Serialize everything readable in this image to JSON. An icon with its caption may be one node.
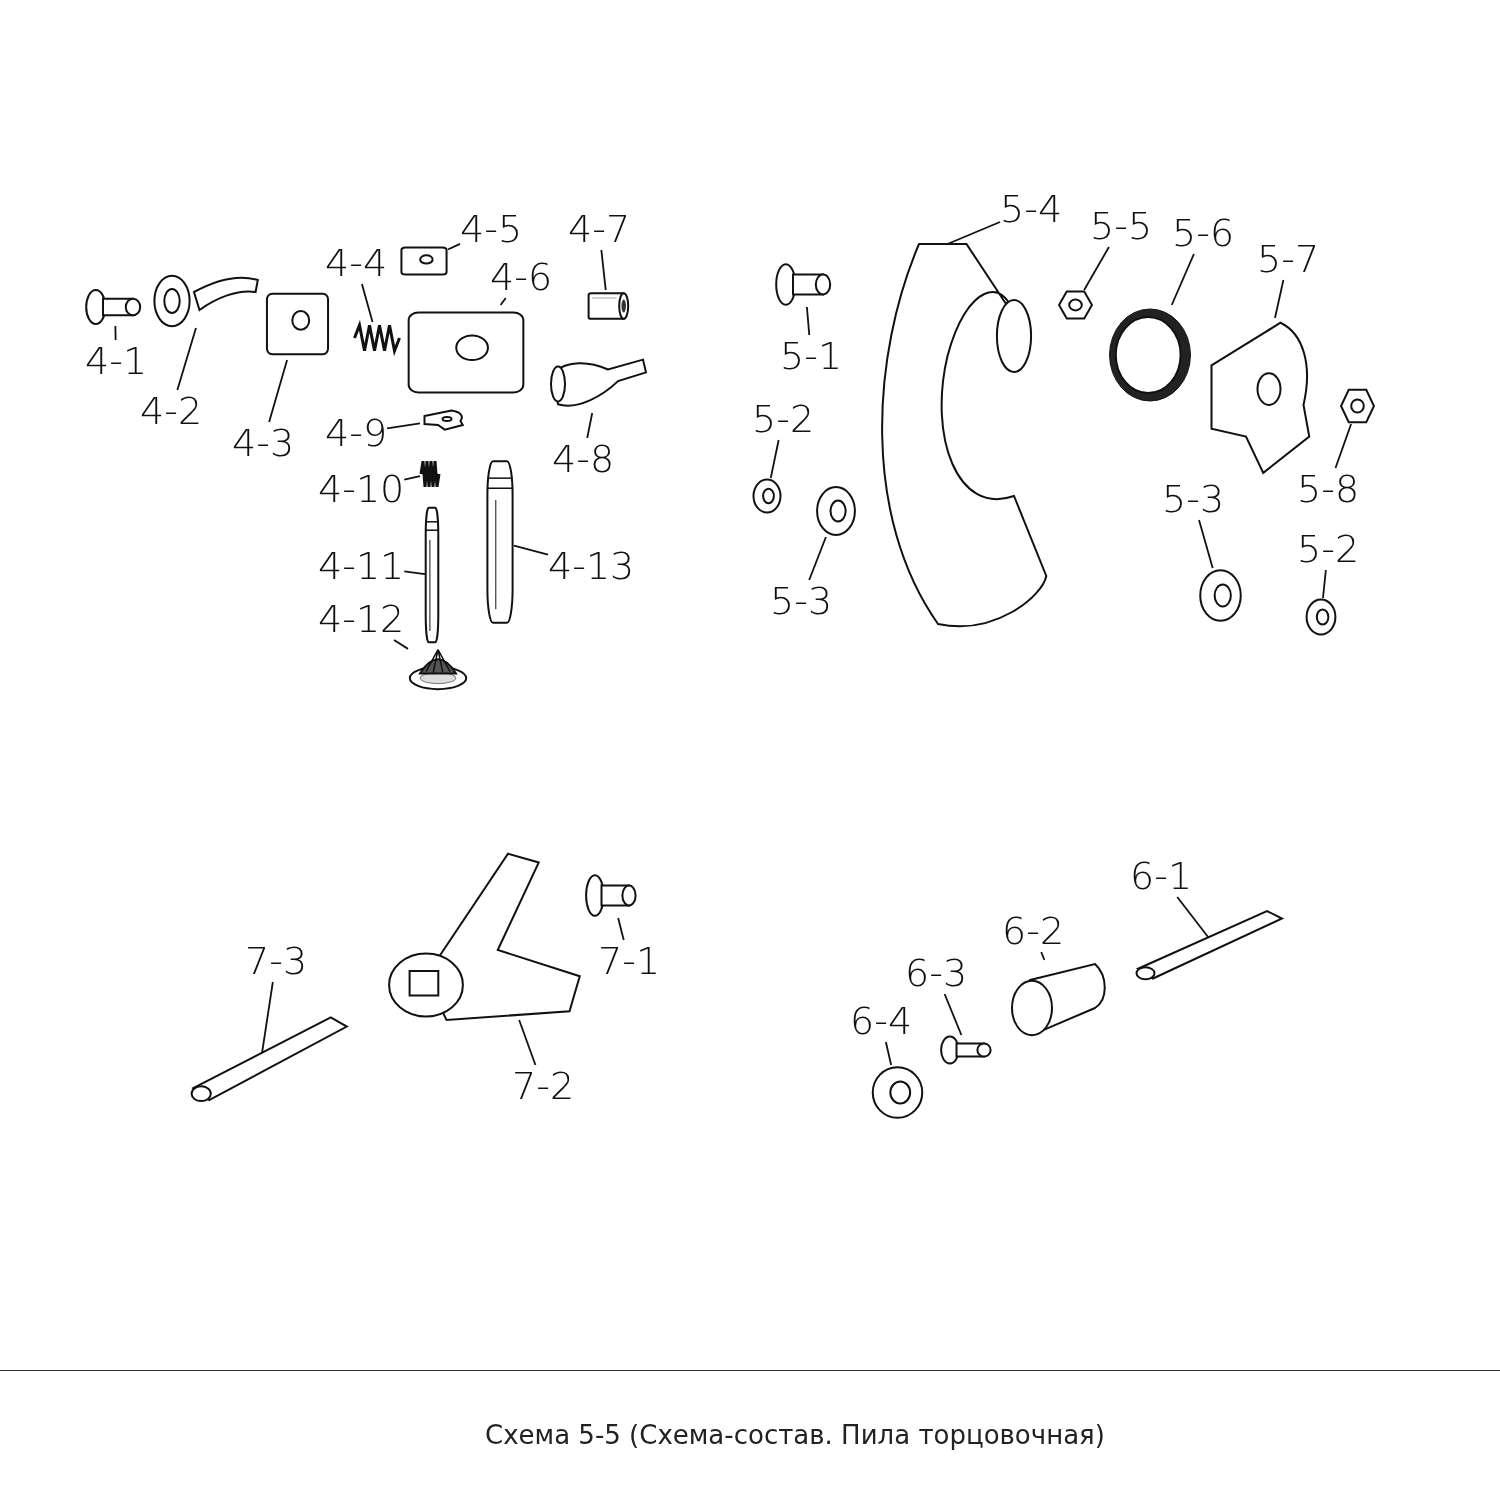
{
  "diagram": {
    "caption": "Схема 5-5 (Схема-состав. Пила торцовочная)",
    "nodes": [
      {
        "text": [
          "4-1"
        ]
      },
      {
        "text": [],
        "shape": "picture"
      },
      {
        "text": [
          "4-2"
        ]
      },
      {
        "text": [],
        "shape": "picture"
      },
      {
        "text": [
          "4-3"
        ]
      },
      {
        "text": [],
        "shape": "picture"
      },
      {
        "text": [
          "4-4"
        ]
      },
      {
        "text": [],
        "shape": "picture"
      },
      {
        "text": [
          "4-5"
        ]
      },
      {
        "text": [],
        "shape": "picture"
      },
      {
        "text": [
          "4-6"
        ]
      },
      {
        "text": [],
        "shape": "picture"
      },
      {
        "text": [
          "4-7"
        ]
      },
      {
        "text": [],
        "shape": "picture"
      },
      {
        "text": [
          "4-8"
        ]
      },
      {
        "text": [],
        "shape": "picture"
      },
      {
        "text": [
          "4-9"
        ]
      },
      {
        "text": [],
        "shape": "picture"
      },
      {
        "text": [
          "4-10"
        ]
      },
      {
        "text": [],
        "shape": "picture"
      },
      {
        "text": [
          "4-11"
        ]
      },
      {
        "text": [],
        "shape": "picture"
      },
      {
        "text": [
          "4-12"
        ]
      },
      {
        "text": [],
        "shape": "picture"
      },
      {
        "text": [
          "4-13"
        ]
      },
      {
        "text": [],
        "shape": "picture"
      },
      {
        "text": [
          "5-1"
        ]
      },
      {
        "text": [],
        "shape": "picture"
      },
      {
        "text": [
          "5-2"
        ]
      },
      {
        "text": [],
        "shape": "picture"
      },
      {
        "text": [
          "5-3"
        ]
      },
      {
        "text": [],
        "shape": "picture"
      },
      {
        "text": [
          "5-4"
        ]
      },
      {
        "text": [],
        "shape": "picture"
      },
      {
        "text": [
          "5-5"
        ]
      },
      {
        "text": [],
        "shape": "picture"
      },
      {
        "text": [
          "5-6"
        ]
      },
      {
        "text": [],
        "shape": "picture"
      },
      {
        "text": [
          "5-7"
        ]
      },
      {
        "text": [],
        "shape": "picture"
      },
      {
        "text": [
          "5-8"
        ]
      },
      {
        "text": [],
        "shape": "picture"
      },
      {
        "text": [
          "5-3"
        ]
      },
      {
        "text": [],
        "shape": "picture"
      },
      {
        "text": [
          "5-2"
        ]
      },
      {
        "text": [],
        "shape": "picture"
      },
      {
        "text": [
          "7-3"
        ]
      },
      {
        "text": [],
        "shape": "picture"
      },
      {
        "text": [
          "7-2"
        ]
      },
      {
        "text": [],
        "shape": "picture"
      },
      {
        "text": [
          "7-1"
        ]
      },
      {
        "text": [],
        "shape": "picture"
      },
      {
        "text": [
          "6-1"
        ]
      },
      {
        "text": [],
        "shape": "picture"
      },
      {
        "text": [
          "6-2"
        ]
      },
      {
        "text": [],
        "shape": "picture"
      },
      {
        "text": [
          "6-3"
        ]
      },
      {
        "text": [],
        "shape": "picture"
      },
      {
        "text": [
          "6-4"
        ]
      },
      {
        "text": [],
        "shape": "picture"
      }
    ],
    "edges": [
      {
        "from": 0,
        "to": 1,
        "arrow": "none"
      },
      {
        "from": 2,
        "to": 3,
        "arrow": "none"
      },
      {
        "from": 4,
        "to": 5,
        "arrow": "none"
      },
      {
        "from": 6,
        "to": 7,
        "arrow": "none"
      },
      {
        "from": 8,
        "to": 9,
        "arrow": "none"
      },
      {
        "from": 10,
        "to": 11,
        "arrow": "none"
      },
      {
        "from": 12,
        "to": 13,
        "arrow": "none"
      },
      {
        "from": 14,
        "to": 15,
        "arrow": "none"
      },
      {
        "from": 16,
        "to": 17,
        "arrow": "none"
      },
      {
        "from": 18,
        "to": 19,
        "arrow": "none"
      },
      {
        "from": 20,
        "to": 21,
        "arrow": "none"
      },
      {
        "from": 22,
        "to": 23,
        "arrow": "none"
      },
      {
        "from": 24,
        "to": 25,
        "arrow": "none"
      },
      {
        "from": 26,
        "to": 27,
        "arrow": "none"
      },
      {
        "from": 28,
        "to": 29,
        "arrow": "none"
      },
      {
        "from": 30,
        "to": 31,
        "arrow": "none"
      },
      {
        "from": 32,
        "to": 33,
        "arrow": "none"
      },
      {
        "from": 34,
        "to": 35,
        "arrow": "none"
      },
      {
        "from": 36,
        "to": 37,
        "arrow": "none"
      },
      {
        "from": 38,
        "to": 39,
        "arrow": "none"
      },
      {
        "from": 40,
        "to": 41,
        "arrow": "none"
      },
      {
        "from": 42,
        "to": 43,
        "arrow": "none"
      },
      {
        "from": 44,
        "to": 45,
        "arrow": "none"
      },
      {
        "from": 46,
        "to": 47,
        "arrow": "none"
      },
      {
        "from": 48,
        "to": 49,
        "arrow": "none"
      },
      {
        "from": 50,
        "to": 51,
        "arrow": "none"
      },
      {
        "from": 52,
        "to": 53,
        "arrow": "none"
      },
      {
        "from": 54,
        "to": 55,
        "arrow": "none"
      },
      {
        "from": 56,
        "to": 57,
        "arrow": "none"
      },
      {
        "from": 58,
        "to": 59,
        "arrow": "none"
      }
    ]
  }
}
